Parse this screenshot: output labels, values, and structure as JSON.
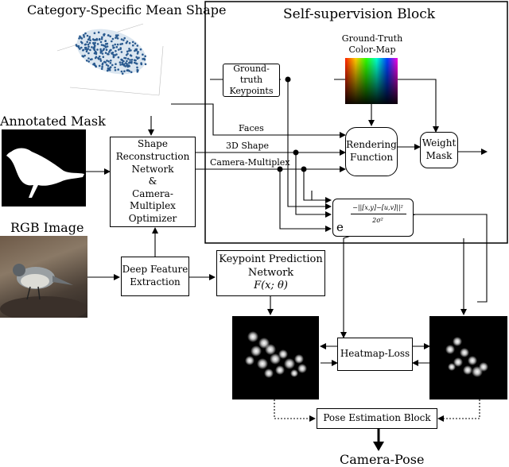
{
  "labels": {
    "mean_shape": "Category-Specific Mean Shape",
    "annotated_mask": "Annotated Mask",
    "rgb_image": "RGB Image",
    "self_supervision": "Self-supervision Block",
    "camera_pose": "Camera-Pose"
  },
  "boxes": {
    "shape_recon": [
      "Shape",
      "Reconstruction",
      "Network",
      "&",
      "Camera-Multiplex",
      "Optimizer"
    ],
    "deep_feature": [
      "Deep Feature",
      "Extraction"
    ],
    "kp_network": [
      "Keypoint Prediction",
      "Network"
    ],
    "kp_formula": "F(x; θ)",
    "gt_keypoints": [
      "Ground-truth",
      "Keypoints"
    ],
    "gt_colormap": [
      "Ground-Truth",
      "Color-Map"
    ],
    "rendering": [
      "Rendering",
      "Function"
    ],
    "weight_mask": [
      "Weight",
      "Mask"
    ],
    "gaussian_e": "e",
    "gaussian_num": "−||[x,y]−[u,v]||²",
    "gaussian_den": "2σ²",
    "heatmap_loss": "Heatmap-Loss",
    "pose_estimation": "Pose Estimation Block"
  },
  "edges": {
    "faces": "Faces",
    "shape3d": "3D Shape",
    "camera_multiplex": "Camera-Multiplex"
  },
  "colors": {
    "stroke": "#000000",
    "mean_shape_points": "#2a5a8f",
    "heatmap_bg": "#000000"
  }
}
